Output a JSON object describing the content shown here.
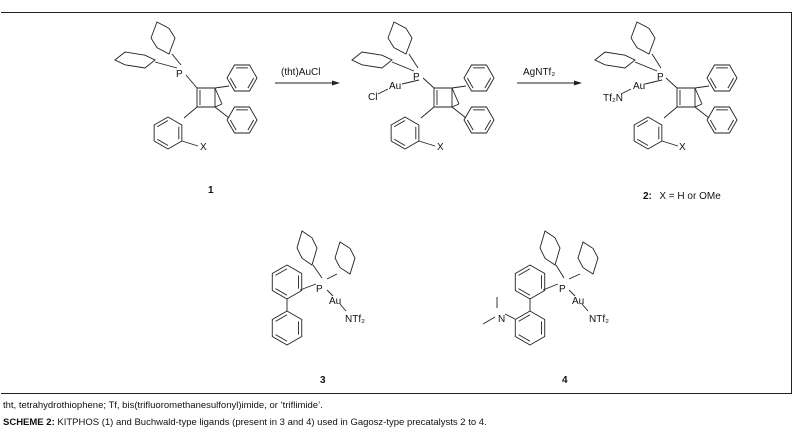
{
  "scheme": {
    "reagent_1": "(tht)AuCl",
    "reagent_2": "AgNTf₂",
    "compound_1": {
      "label": "1",
      "P": "P",
      "X": "X"
    },
    "compound_AuCl": {
      "P": "P",
      "Au": "Au",
      "Cl": "Cl",
      "X": "X"
    },
    "compound_2": {
      "label": "2:",
      "label_text": "X = H or OMe",
      "P": "P",
      "Au": "Au",
      "NTf2": "Tf₂N",
      "X": "X"
    },
    "compound_3": {
      "label": "3",
      "P": "P",
      "Au": "Au",
      "NTf2": "NTf₂"
    },
    "compound_4": {
      "label": "4",
      "P": "P",
      "Au": "Au",
      "NTf2": "NTf₂",
      "N": "N"
    }
  },
  "footnote": "tht, tetrahydrothiophene; Tf, bis(trifluoromethanesulfonyl)imide, or ‘triflimide’.",
  "caption": {
    "prefix": "SCHEME 2:",
    "text": " KITPHOS (1) and Buchwald-type ligands (present in 3 and 4) used in Gagosz-type precatalysts 2 to 4."
  }
}
